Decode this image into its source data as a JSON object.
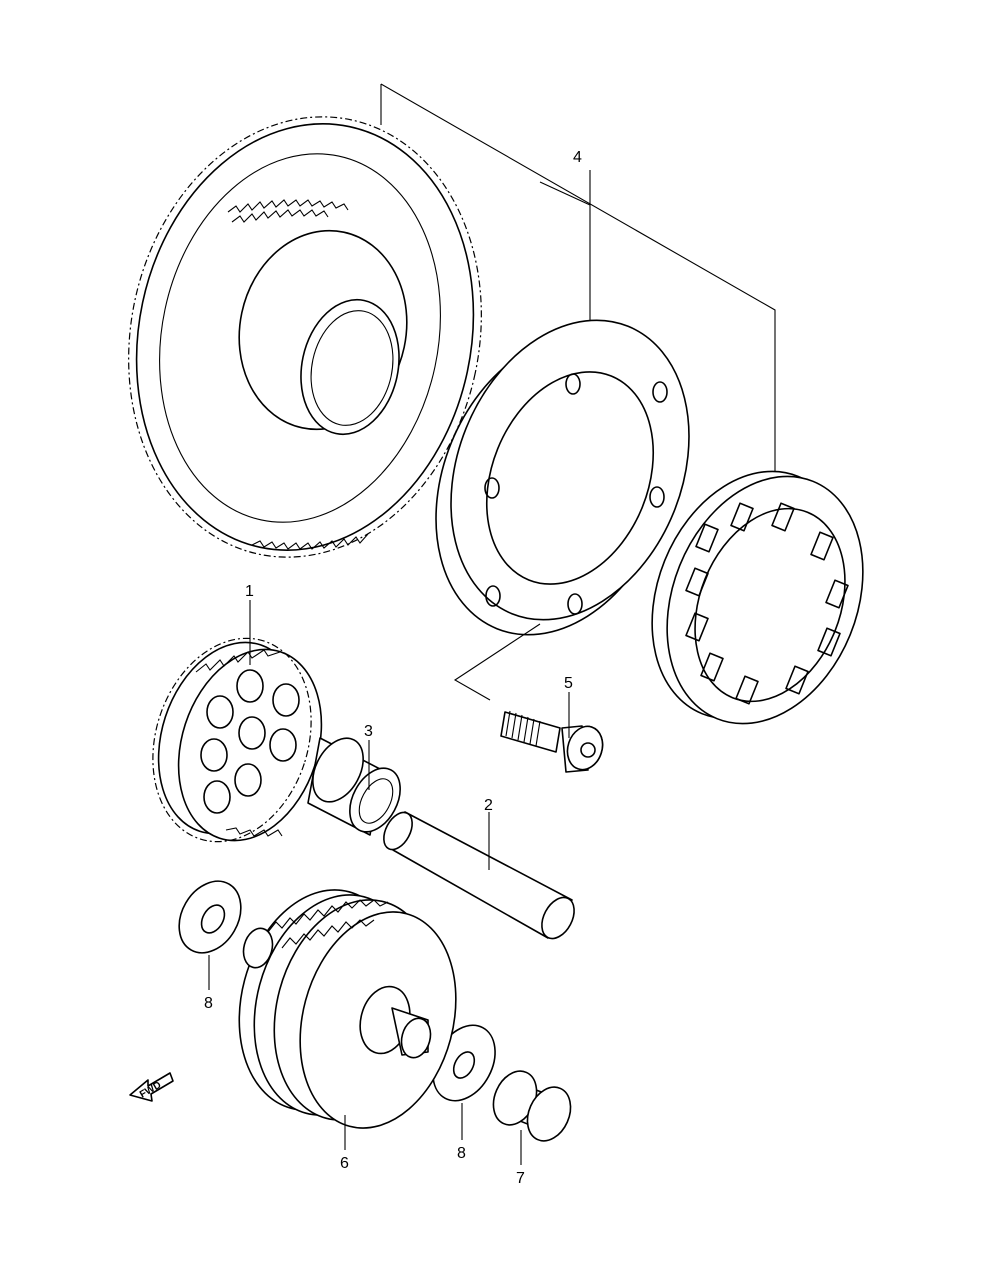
{
  "diagram": {
    "callouts": [
      {
        "id": "label-1",
        "text": "1"
      },
      {
        "id": "label-2",
        "text": "2"
      },
      {
        "id": "label-3",
        "text": "3"
      },
      {
        "id": "label-4",
        "text": "4"
      },
      {
        "id": "label-5",
        "text": "5"
      },
      {
        "id": "label-6",
        "text": "6"
      },
      {
        "id": "label-7",
        "text": "7"
      },
      {
        "id": "label-8a",
        "text": "8"
      },
      {
        "id": "label-8b",
        "text": "8"
      }
    ],
    "fwd_arrow": {
      "text": "FWD",
      "icon": "forward-arrow-icon"
    }
  }
}
